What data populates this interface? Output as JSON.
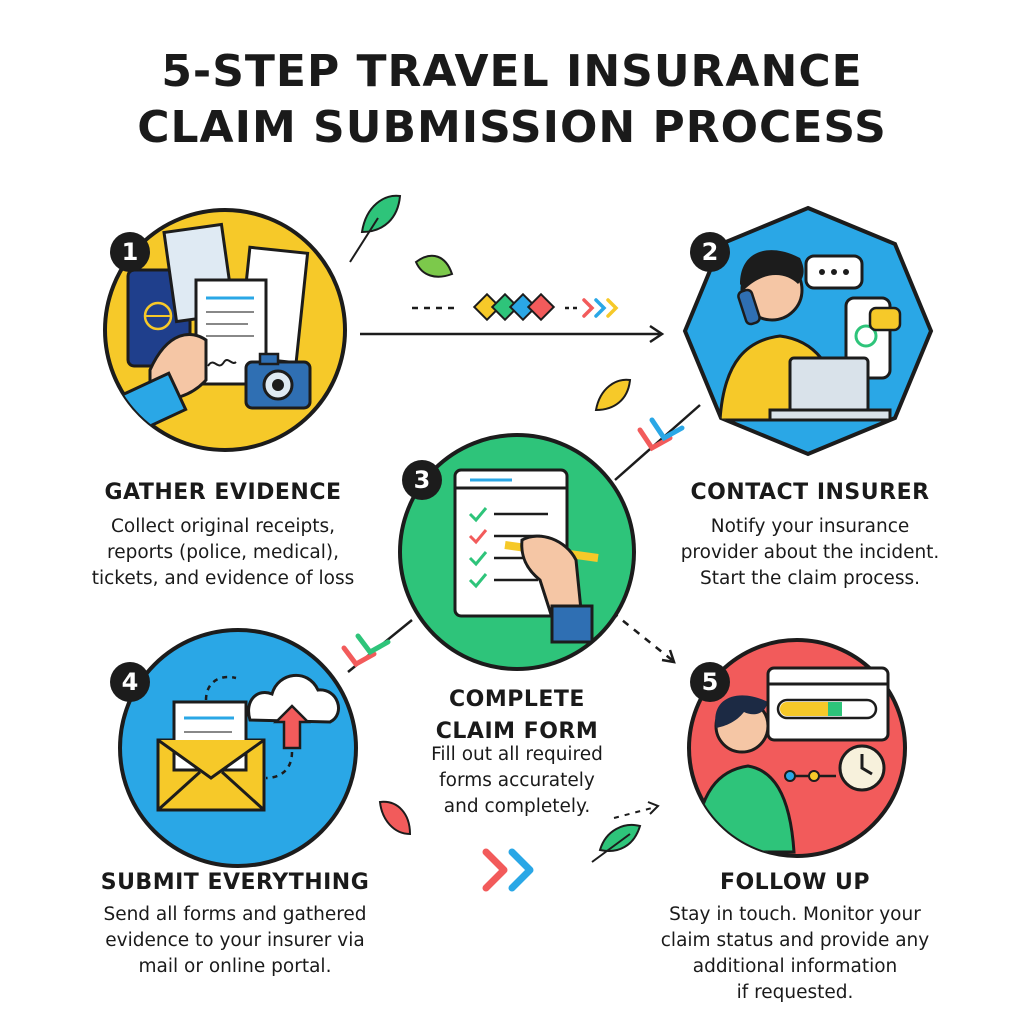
{
  "title": {
    "line1": "5-STEP TRAVEL INSURANCE",
    "line2": "CLAIM SUBMISSION PROCESS"
  },
  "colors": {
    "yellow": "#f6c929",
    "blue": "#2aa7e6",
    "green": "#2ec47a",
    "red": "#f25b5b",
    "dark": "#1c1c1c"
  },
  "steps": [
    {
      "number": "1",
      "heading": "GATHER EVIDENCE",
      "lines": [
        "Collect original receipts,",
        "reports (police, medical),",
        "tickets, and evidence of loss"
      ],
      "icon": "documents-passport-camera-icon"
    },
    {
      "number": "2",
      "heading": "CONTACT INSURER",
      "lines": [
        "Notify your insurance",
        "provider about the incident.",
        "Start the claim process."
      ],
      "icon": "phone-call-person-icon"
    },
    {
      "number": "3",
      "heading_lines": [
        "COMPLETE",
        "CLAIM FORM"
      ],
      "lines": [
        "Fill out all required",
        "forms accurately",
        "and completely."
      ],
      "icon": "checklist-form-icon"
    },
    {
      "number": "4",
      "heading": "SUBMIT EVERYTHING",
      "lines": [
        "Send all forms and gathered",
        "evidence to your insurer via",
        "mail or online portal."
      ],
      "icon": "envelope-cloud-upload-icon"
    },
    {
      "number": "5",
      "heading": "FOLLOW UP",
      "lines": [
        "Stay in touch. Monitor your",
        "claim status and provide any",
        "additional information",
        "if requested."
      ],
      "icon": "status-monitor-clock-icon"
    }
  ]
}
